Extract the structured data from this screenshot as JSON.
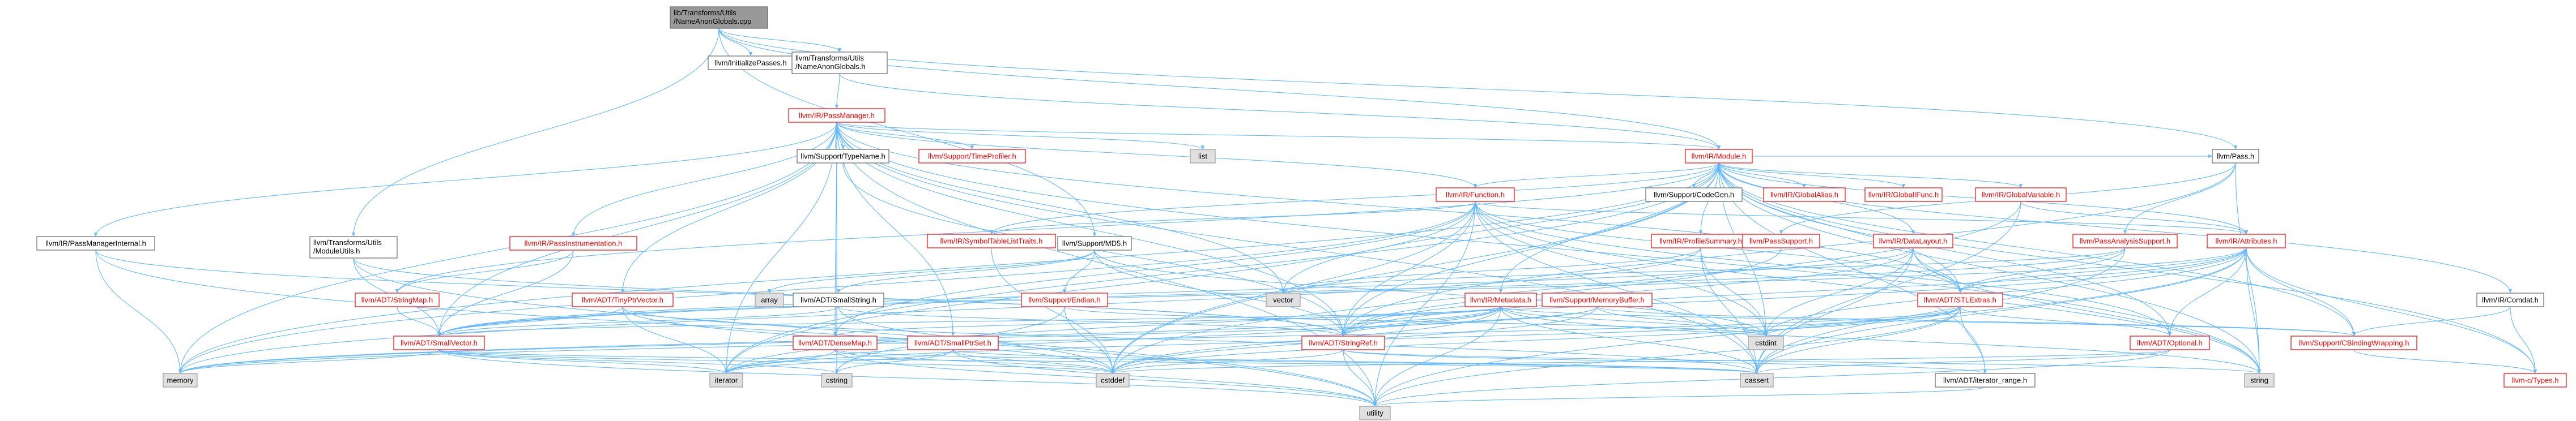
{
  "colors": {
    "edge": "#63b8ff",
    "root_fill": "#999999",
    "truncated_text": "#ff0000",
    "external_fill": "#e0e0e0"
  },
  "nodes": [
    {
      "id": "root",
      "label": "lib/Transforms/Utils\n/NameAnonGlobals.cpp",
      "kind": "root"
    },
    {
      "id": "initpasses",
      "label": "llvm/InitializePasses.h",
      "kind": "doc"
    },
    {
      "id": "nameanon",
      "label": "llvm/Transforms/Utils\n/NameAnonGlobals.h",
      "kind": "doc"
    },
    {
      "id": "module",
      "label": "llvm/IR/Module.h",
      "kind": "trunc"
    },
    {
      "id": "passmanager",
      "label": "llvm/IR/PassManager.h",
      "kind": "trunc"
    },
    {
      "id": "modutils",
      "label": "llvm/Transforms/Utils\n/ModuleUtils.h",
      "kind": "doc"
    },
    {
      "id": "md5",
      "label": "llvm/Support/MD5.h",
      "kind": "doc"
    },
    {
      "id": "pass",
      "label": "llvm/Pass.h",
      "kind": "doc"
    },
    {
      "id": "typename",
      "label": "llvm/Support/TypeName.h",
      "kind": "doc"
    },
    {
      "id": "timeprof",
      "label": "llvm/Support/TimeProfiler.h",
      "kind": "trunc"
    },
    {
      "id": "list",
      "label": "list",
      "kind": "ext"
    },
    {
      "id": "pminternal",
      "label": "llvm/IR/PassManagerInternal.h",
      "kind": "doc"
    },
    {
      "id": "passinstr",
      "label": "llvm/IR/PassInstrumentation.h",
      "kind": "trunc"
    },
    {
      "id": "function",
      "label": "llvm/IR/Function.h",
      "kind": "trunc"
    },
    {
      "id": "codegen",
      "label": "llvm/Support/CodeGen.h",
      "kind": "doc"
    },
    {
      "id": "globalalias",
      "label": "llvm/IR/GlobalAlias.h",
      "kind": "trunc"
    },
    {
      "id": "globalifunc",
      "label": "llvm/IR/GlobalIFunc.h",
      "kind": "trunc"
    },
    {
      "id": "globalvar",
      "label": "llvm/IR/GlobalVariable.h",
      "kind": "trunc"
    },
    {
      "id": "symtab",
      "label": "llvm/IR/SymbolTableListTraits.h",
      "kind": "trunc"
    },
    {
      "id": "profsum",
      "label": "llvm/IR/ProfileSummary.h",
      "kind": "trunc"
    },
    {
      "id": "passsupport",
      "label": "llvm/PassSupport.h",
      "kind": "trunc"
    },
    {
      "id": "datalayout",
      "label": "llvm/IR/DataLayout.h",
      "kind": "trunc"
    },
    {
      "id": "passanalysis",
      "label": "llvm/PassAnalysisSupport.h",
      "kind": "trunc"
    },
    {
      "id": "attributes",
      "label": "llvm/IR/Attributes.h",
      "kind": "trunc"
    },
    {
      "id": "comdat",
      "label": "llvm/IR/Comdat.h",
      "kind": "doc"
    },
    {
      "id": "array",
      "label": "array",
      "kind": "ext"
    },
    {
      "id": "vector",
      "label": "vector",
      "kind": "ext"
    },
    {
      "id": "stringmap",
      "label": "llvm/ADT/StringMap.h",
      "kind": "trunc"
    },
    {
      "id": "smallstring",
      "label": "llvm/ADT/SmallString.h",
      "kind": "doc"
    },
    {
      "id": "tinyptr",
      "label": "llvm/ADT/TinyPtrVector.h",
      "kind": "trunc"
    },
    {
      "id": "endian",
      "label": "llvm/Support/Endian.h",
      "kind": "trunc"
    },
    {
      "id": "metadata",
      "label": "llvm/IR/Metadata.h",
      "kind": "trunc"
    },
    {
      "id": "membuf",
      "label": "llvm/Support/MemoryBuffer.h",
      "kind": "trunc"
    },
    {
      "id": "stlextras",
      "label": "llvm/ADT/STLExtras.h",
      "kind": "trunc"
    },
    {
      "id": "smallvector",
      "label": "llvm/ADT/SmallVector.h",
      "kind": "trunc"
    },
    {
      "id": "densemap",
      "label": "llvm/ADT/DenseMap.h",
      "kind": "trunc"
    },
    {
      "id": "smallptrset",
      "label": "llvm/ADT/SmallPtrSet.h",
      "kind": "trunc"
    },
    {
      "id": "stringref",
      "label": "llvm/ADT/StringRef.h",
      "kind": "trunc"
    },
    {
      "id": "cstdint",
      "label": "cstdint",
      "kind": "ext"
    },
    {
      "id": "optional",
      "label": "llvm/ADT/Optional.h",
      "kind": "trunc"
    },
    {
      "id": "cbinding",
      "label": "llvm/Support/CBindingWrapping.h",
      "kind": "trunc"
    },
    {
      "id": "memory",
      "label": "memory",
      "kind": "ext"
    },
    {
      "id": "iterator",
      "label": "iterator",
      "kind": "ext"
    },
    {
      "id": "cstring",
      "label": "cstring",
      "kind": "ext"
    },
    {
      "id": "cstddef",
      "label": "cstddef",
      "kind": "ext"
    },
    {
      "id": "cassert",
      "label": "cassert",
      "kind": "ext"
    },
    {
      "id": "iterrange",
      "label": "llvm/ADT/iterator_range.h",
      "kind": "doc"
    },
    {
      "id": "string",
      "label": "string",
      "kind": "ext"
    },
    {
      "id": "ctypes",
      "label": "llvm-c/Types.h",
      "kind": "trunc"
    },
    {
      "id": "utility",
      "label": "utility",
      "kind": "ext"
    }
  ],
  "edges": [
    [
      "root",
      "initpasses"
    ],
    [
      "root",
      "nameanon"
    ],
    [
      "root",
      "module"
    ],
    [
      "root",
      "modutils"
    ],
    [
      "root",
      "md5"
    ],
    [
      "root",
      "pass"
    ],
    [
      "nameanon",
      "passmanager"
    ],
    [
      "nameanon",
      "module"
    ],
    [
      "passmanager",
      "module"
    ],
    [
      "passmanager",
      "typename"
    ],
    [
      "passmanager",
      "timeprof"
    ],
    [
      "passmanager",
      "list"
    ],
    [
      "passmanager",
      "pminternal"
    ],
    [
      "passmanager",
      "passinstr"
    ],
    [
      "passmanager",
      "function"
    ],
    [
      "passmanager",
      "tinyptr"
    ],
    [
      "passmanager",
      "densemap"
    ],
    [
      "passmanager",
      "smallptrset"
    ],
    [
      "passmanager",
      "smallvector"
    ],
    [
      "passmanager",
      "stringref"
    ],
    [
      "passmanager",
      "cassert"
    ],
    [
      "passmanager",
      "cstring"
    ],
    [
      "passmanager",
      "iterator"
    ],
    [
      "passmanager",
      "memory"
    ],
    [
      "passmanager",
      "utility"
    ],
    [
      "passmanager",
      "vector"
    ],
    [
      "passmanager",
      "string"
    ],
    [
      "passmanager",
      "stlextras"
    ],
    [
      "module",
      "codegen"
    ],
    [
      "module",
      "globalalias"
    ],
    [
      "module",
      "globalifunc"
    ],
    [
      "module",
      "globalvar"
    ],
    [
      "module",
      "function"
    ],
    [
      "module",
      "symtab"
    ],
    [
      "module",
      "profsum"
    ],
    [
      "module",
      "datalayout"
    ],
    [
      "module",
      "attributes"
    ],
    [
      "module",
      "comdat"
    ],
    [
      "module",
      "metadata"
    ],
    [
      "module",
      "stringmap"
    ],
    [
      "module",
      "stringref"
    ],
    [
      "module",
      "stlextras"
    ],
    [
      "module",
      "iterrange"
    ],
    [
      "module",
      "cbinding"
    ],
    [
      "module",
      "ctypes"
    ],
    [
      "module",
      "cstddef"
    ],
    [
      "module",
      "cstdint"
    ],
    [
      "module",
      "iterator"
    ],
    [
      "module",
      "memory"
    ],
    [
      "module",
      "optional"
    ],
    [
      "module",
      "string"
    ],
    [
      "module",
      "vector"
    ],
    [
      "module",
      "pass"
    ],
    [
      "pass",
      "passsupport"
    ],
    [
      "pass",
      "passanalysis"
    ],
    [
      "pass",
      "stringref"
    ],
    [
      "pass",
      "string"
    ],
    [
      "passanalysis",
      "stlextras"
    ],
    [
      "passanalysis",
      "smallvector"
    ],
    [
      "passanalysis",
      "cassert"
    ],
    [
      "passanalysis",
      "vector"
    ],
    [
      "passsupport",
      "stringref"
    ],
    [
      "modutils",
      "stringref"
    ],
    [
      "modutils",
      "smallvector"
    ],
    [
      "modutils",
      "utility"
    ],
    [
      "md5",
      "smallstring"
    ],
    [
      "md5",
      "endian"
    ],
    [
      "md5",
      "stringref"
    ],
    [
      "md5",
      "array"
    ],
    [
      "md5",
      "cstdint"
    ],
    [
      "smallstring",
      "smallvector"
    ],
    [
      "smallstring",
      "stringref"
    ],
    [
      "smallstring",
      "cstddef"
    ],
    [
      "endian",
      "cstddef"
    ],
    [
      "endian",
      "cstdint"
    ],
    [
      "endian",
      "cstring"
    ],
    [
      "typename",
      "stringref"
    ],
    [
      "pminternal",
      "stringref"
    ],
    [
      "pminternal",
      "memory"
    ],
    [
      "pminternal",
      "utility"
    ],
    [
      "passinstr",
      "stringmap"
    ],
    [
      "passinstr",
      "smallvector"
    ],
    [
      "passinstr",
      "any"
    ],
    [
      "function",
      "symtab"
    ],
    [
      "function",
      "attributes"
    ],
    [
      "function",
      "stringref"
    ],
    [
      "function",
      "cstdint"
    ],
    [
      "function",
      "cassert"
    ],
    [
      "function",
      "cstddef"
    ],
    [
      "function",
      "memory"
    ],
    [
      "function",
      "string"
    ],
    [
      "function",
      "iterator"
    ],
    [
      "function",
      "utility"
    ],
    [
      "function",
      "densemap"
    ],
    [
      "function",
      "stlextras"
    ],
    [
      "function",
      "optional"
    ],
    [
      "tinyptr",
      "smallvector"
    ],
    [
      "tinyptr",
      "iterator"
    ],
    [
      "tinyptr",
      "cassert"
    ],
    [
      "tinyptr",
      "cstddef"
    ],
    [
      "globalvar",
      "attributes"
    ],
    [
      "globalvar",
      "cassert"
    ],
    [
      "globalvar",
      "cstddef"
    ],
    [
      "datalayout",
      "stringref"
    ],
    [
      "datalayout",
      "smallvector"
    ],
    [
      "datalayout",
      "stlextras"
    ],
    [
      "datalayout",
      "cassert"
    ],
    [
      "datalayout",
      "cstdint"
    ],
    [
      "datalayout",
      "string"
    ],
    [
      "profsum",
      "cassert"
    ],
    [
      "profsum",
      "cstdint"
    ],
    [
      "profsum",
      "memory"
    ],
    [
      "profsum",
      "vector"
    ],
    [
      "attributes",
      "stringref"
    ],
    [
      "attributes",
      "stlextras"
    ],
    [
      "attributes",
      "optional"
    ],
    [
      "attributes",
      "ctypes"
    ],
    [
      "attributes",
      "cbinding"
    ],
    [
      "attributes",
      "string"
    ],
    [
      "attributes",
      "utility"
    ],
    [
      "attributes",
      "cassert"
    ],
    [
      "attributes",
      "cstdint"
    ],
    [
      "attributes",
      "iterator"
    ],
    [
      "attributes",
      "smallvector"
    ],
    [
      "comdat",
      "ctypes"
    ],
    [
      "comdat",
      "cbinding"
    ],
    [
      "metadata",
      "stringref"
    ],
    [
      "metadata",
      "densemap"
    ],
    [
      "metadata",
      "smallvector"
    ],
    [
      "metadata",
      "cbinding"
    ],
    [
      "metadata",
      "cassert"
    ],
    [
      "metadata",
      "cstddef"
    ],
    [
      "metadata",
      "cstdint"
    ],
    [
      "metadata",
      "iterator"
    ],
    [
      "metadata",
      "memory"
    ],
    [
      "metadata",
      "string"
    ],
    [
      "metadata",
      "utility"
    ],
    [
      "membuf",
      "stringref"
    ],
    [
      "membuf",
      "cbinding"
    ],
    [
      "membuf",
      "cstddef"
    ],
    [
      "membuf",
      "cstdint"
    ],
    [
      "membuf",
      "memory"
    ],
    [
      "stlextras",
      "optional"
    ],
    [
      "stlextras",
      "iterrange"
    ],
    [
      "stlextras",
      "cassert"
    ],
    [
      "stlextras",
      "cstddef"
    ],
    [
      "stlextras",
      "cstdint"
    ],
    [
      "stlextras",
      "iterator"
    ],
    [
      "stlextras",
      "memory"
    ],
    [
      "stlextras",
      "utility"
    ],
    [
      "stringmap",
      "smallvector"
    ],
    [
      "smallvector",
      "cassert"
    ],
    [
      "smallvector",
      "cstddef"
    ],
    [
      "smallvector",
      "cstring"
    ],
    [
      "smallvector",
      "iterator"
    ],
    [
      "smallvector",
      "memory"
    ],
    [
      "smallvector",
      "utility"
    ],
    [
      "densemap",
      "cassert"
    ],
    [
      "densemap",
      "cstddef"
    ],
    [
      "densemap",
      "iterator"
    ],
    [
      "densemap",
      "utility"
    ],
    [
      "smallptrset",
      "cassert"
    ],
    [
      "smallptrset",
      "cstddef"
    ],
    [
      "smallptrset",
      "cstring"
    ],
    [
      "smallptrset",
      "iterator"
    ],
    [
      "smallptrset",
      "utility"
    ],
    [
      "stringref",
      "cstddef"
    ],
    [
      "stringref",
      "string"
    ],
    [
      "stringref",
      "utility"
    ],
    [
      "stringref",
      "iterrange"
    ],
    [
      "optional",
      "cassert"
    ],
    [
      "optional",
      "utility"
    ],
    [
      "optional",
      "cstddef"
    ],
    [
      "cbinding",
      "ctypes"
    ],
    [
      "iterrange",
      "utility"
    ],
    [
      "symtab",
      "cstddef"
    ]
  ]
}
